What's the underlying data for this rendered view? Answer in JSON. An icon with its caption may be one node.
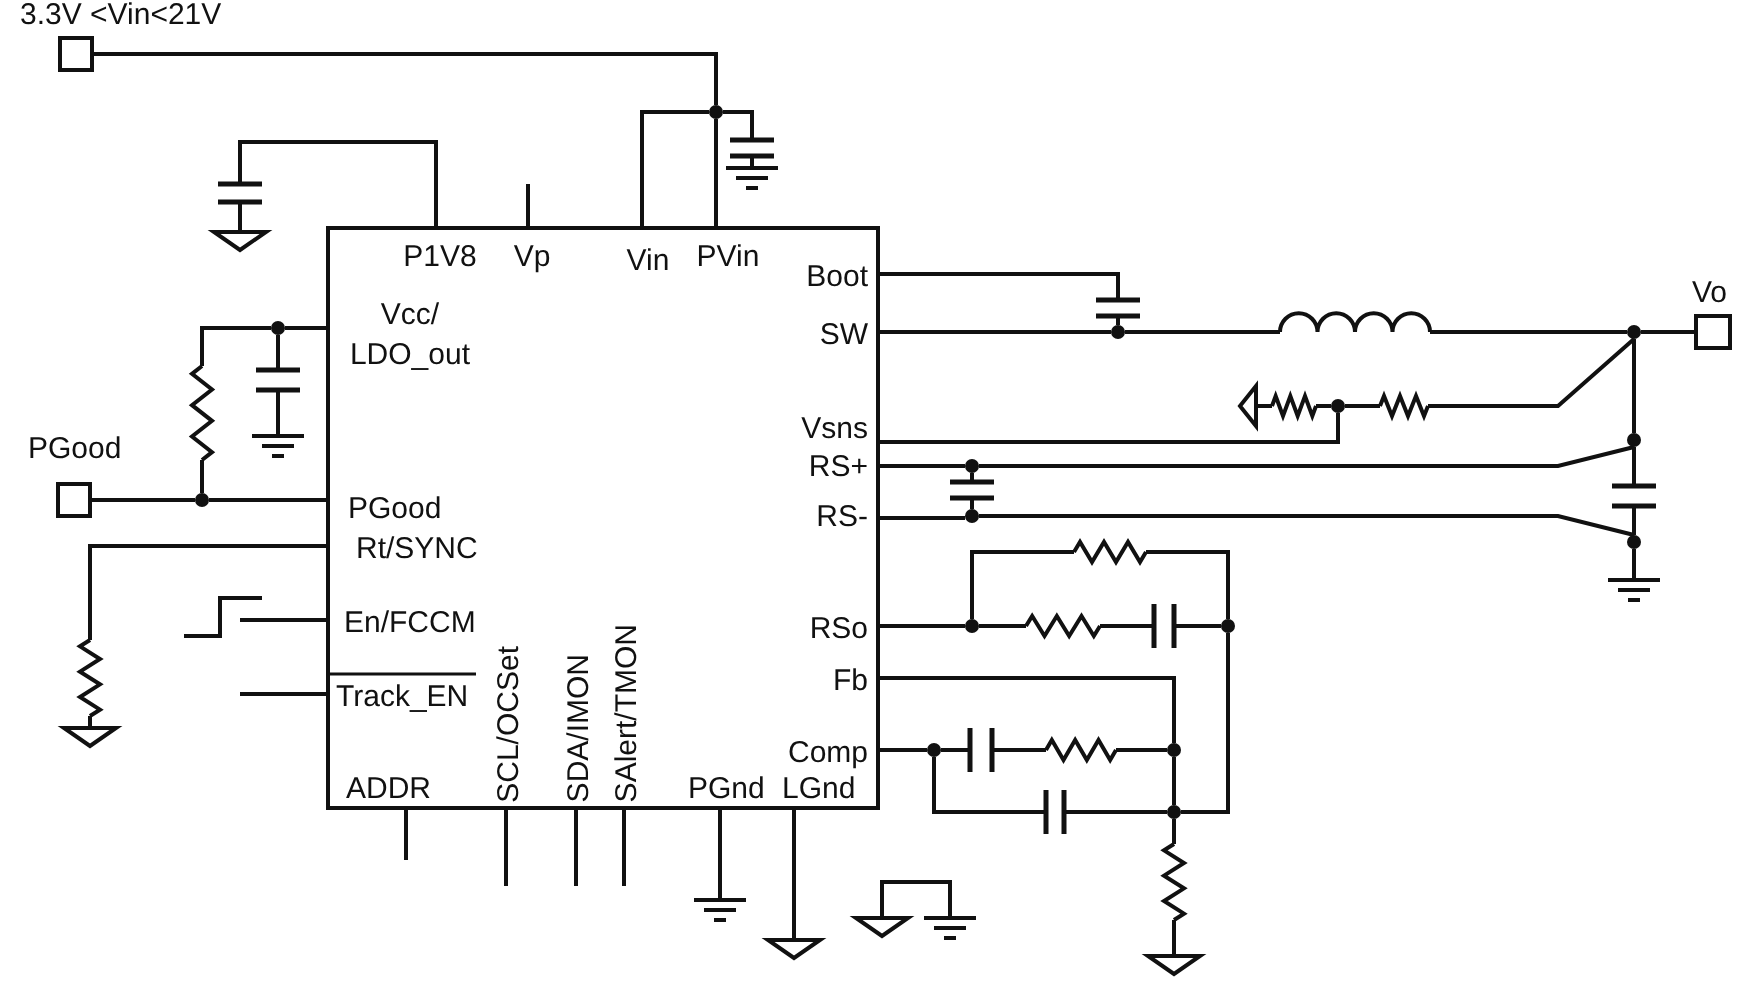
{
  "diagram": {
    "nodes": [
      {
        "text": [
          "P1V8",
          "Vp",
          "Vin",
          "PVin",
          "Boot",
          "Vcc/ LDO_out",
          "SW",
          "Vsns",
          "RS+",
          "PGood",
          "RS-",
          "Rt/SYNC",
          "En/FCCM",
          "RSo",
          "Track_EN",
          "Fb",
          "Comp",
          "ADDR",
          "SCL/OCSet",
          "SDA/IMON",
          "SAlert/TMON",
          "PGnd",
          "LGnd"
        ]
      },
      {
        "text": [],
        "shape": "box",
        "beside": [
          "3.3V <Vin<21V"
        ]
      },
      {
        "text": [],
        "shape": "box",
        "beside": [
          "PGood"
        ]
      },
      {
        "text": [],
        "shape": "box",
        "beside": [
          "Vo"
        ]
      },
      {
        "text": [],
        "shape": "capacitor"
      },
      {
        "text": [],
        "shape": "ground"
      },
      {
        "text": [],
        "shape": "dot"
      },
      {
        "text": [],
        "shape": "capacitor"
      },
      {
        "text": [],
        "shape": "ground"
      },
      {
        "text": [],
        "shape": "dot"
      },
      {
        "text": [],
        "shape": "resistor"
      },
      {
        "text": [],
        "shape": "capacitor"
      },
      {
        "text": [],
        "shape": "ground"
      },
      {
        "text": [],
        "shape": "dot"
      },
      {
        "text": [],
        "shape": "resistor"
      },
      {
        "text": [],
        "shape": "ground"
      },
      {
        "text": [],
        "shape": "ground"
      },
      {
        "text": [],
        "shape": "ground"
      },
      {
        "text": [],
        "shape": "capacitor"
      },
      {
        "text": [],
        "shape": "dot"
      },
      {
        "text": [],
        "shape": "inductor"
      },
      {
        "text": [],
        "shape": "dot"
      },
      {
        "text": [],
        "shape": "ground"
      },
      {
        "text": [],
        "shape": "resistor"
      },
      {
        "text": [],
        "shape": "dot"
      },
      {
        "text": [],
        "shape": "resistor"
      },
      {
        "text": [],
        "shape": "dot"
      },
      {
        "text": [],
        "shape": "dot"
      },
      {
        "text": [],
        "shape": "capacitor"
      },
      {
        "text": [],
        "shape": "dot"
      },
      {
        "text": [],
        "shape": "capacitor"
      },
      {
        "text": [],
        "shape": "dot"
      },
      {
        "text": [],
        "shape": "ground"
      },
      {
        "text": [],
        "shape": "dot"
      },
      {
        "text": [],
        "shape": "resistor"
      },
      {
        "text": [],
        "shape": "resistor"
      },
      {
        "text": [],
        "shape": "capacitor"
      },
      {
        "text": [],
        "shape": "dot"
      },
      {
        "text": [],
        "shape": "dot"
      },
      {
        "text": [],
        "shape": "dot"
      },
      {
        "text": [],
        "shape": "capacitor"
      },
      {
        "text": [],
        "shape": "resistor"
      },
      {
        "text": [],
        "shape": "capacitor"
      },
      {
        "text": [],
        "shape": "dot"
      },
      {
        "text": [],
        "shape": "resistor"
      },
      {
        "text": [],
        "shape": "ground"
      },
      {
        "text": [],
        "shape": "ground"
      },
      {
        "text": [],
        "shape": "ground"
      }
    ],
    "edges": [
      {
        "from": 1,
        "to": 6,
        "arrow": "none"
      },
      {
        "from": 6,
        "to": 0,
        "arrow": "none"
      },
      {
        "from": 6,
        "to": 0,
        "arrow": "none"
      },
      {
        "from": 6,
        "to": 7,
        "arrow": "none"
      },
      {
        "from": 7,
        "to": 8,
        "arrow": "none"
      },
      {
        "from": 0,
        "to": 4,
        "arrow": "none"
      },
      {
        "from": 4,
        "to": 5,
        "arrow": "none"
      },
      {
        "from": 0,
        "to": null,
        "arrow": "none"
      },
      {
        "from": 0,
        "to": 9,
        "arrow": "none"
      },
      {
        "from": 9,
        "to": 10,
        "arrow": "none"
      },
      {
        "from": 9,
        "to": 11,
        "arrow": "none"
      },
      {
        "from": 11,
        "to": 12,
        "arrow": "none"
      },
      {
        "from": 10,
        "to": 13,
        "arrow": "none"
      },
      {
        "from": 2,
        "to": 13,
        "arrow": "none"
      },
      {
        "from": 13,
        "to": 0,
        "arrow": "none"
      },
      {
        "from": 0,
        "to": 14,
        "arrow": "none"
      },
      {
        "from": 14,
        "to": 15,
        "arrow": "none"
      },
      {
        "from": null,
        "to": 0,
        "arrow": "none"
      },
      {
        "from": null,
        "to": 0,
        "arrow": "none"
      },
      {
        "from": 0,
        "to": null,
        "arrow": "none"
      },
      {
        "from": 0,
        "to": null,
        "arrow": "none"
      },
      {
        "from": 0,
        "to": null,
        "arrow": "none"
      },
      {
        "from": 0,
        "to": null,
        "arrow": "none"
      },
      {
        "from": 0,
        "to": 16,
        "arrow": "none"
      },
      {
        "from": 0,
        "to": 17,
        "arrow": "none"
      },
      {
        "from": 0,
        "to": 18,
        "arrow": "none"
      },
      {
        "from": 18,
        "to": 19,
        "arrow": "none"
      },
      {
        "from": 0,
        "to": 19,
        "arrow": "none"
      },
      {
        "from": 19,
        "to": 20,
        "arrow": "none"
      },
      {
        "from": 20,
        "to": 21,
        "arrow": "none"
      },
      {
        "from": 21,
        "to": 3,
        "arrow": "none"
      },
      {
        "from": 0,
        "to": 24,
        "arrow": "none"
      },
      {
        "from": 22,
        "to": 23,
        "arrow": "none"
      },
      {
        "from": 23,
        "to": 24,
        "arrow": "none"
      },
      {
        "from": 24,
        "to": 25,
        "arrow": "none"
      },
      {
        "from": 25,
        "to": 21,
        "arrow": "none"
      },
      {
        "from": 0,
        "to": 27,
        "arrow": "none"
      },
      {
        "from": 27,
        "to": 26,
        "arrow": "none"
      },
      {
        "from": 27,
        "to": 28,
        "arrow": "none"
      },
      {
        "from": 28,
        "to": 29,
        "arrow": "none"
      },
      {
        "from": 0,
        "to": 29,
        "arrow": "none"
      },
      {
        "from": 29,
        "to": 31,
        "arrow": "none"
      },
      {
        "from": 21,
        "to": 26,
        "arrow": "none"
      },
      {
        "from": 26,
        "to": 30,
        "arrow": "none"
      },
      {
        "from": 30,
        "to": 31,
        "arrow": "none"
      },
      {
        "from": 31,
        "to": 32,
        "arrow": "none"
      },
      {
        "from": 0,
        "to": 33,
        "arrow": "none"
      },
      {
        "from": 33,
        "to": 34,
        "arrow": "none"
      },
      {
        "from": 33,
        "to": 35,
        "arrow": "none"
      },
      {
        "from": 35,
        "to": 36,
        "arrow": "none"
      },
      {
        "from": 36,
        "to": 37,
        "arrow": "none"
      },
      {
        "from": 34,
        "to": 37,
        "arrow": "none"
      },
      {
        "from": 37,
        "to": 43,
        "arrow": "none"
      },
      {
        "from": 0,
        "to": 38,
        "arrow": "none"
      },
      {
        "from": 0,
        "to": 39,
        "arrow": "none"
      },
      {
        "from": 39,
        "to": 40,
        "arrow": "none"
      },
      {
        "from": 40,
        "to": 41,
        "arrow": "none"
      },
      {
        "from": 41,
        "to": 38,
        "arrow": "none"
      },
      {
        "from": 38,
        "to": 43,
        "arrow": "none"
      },
      {
        "from": 39,
        "to": 42,
        "arrow": "none"
      },
      {
        "from": 42,
        "to": 43,
        "arrow": "none"
      },
      {
        "from": 43,
        "to": 44,
        "arrow": "none"
      },
      {
        "from": 44,
        "to": 45,
        "arrow": "none"
      },
      {
        "from": 46,
        "to": 47,
        "arrow": "none"
      }
    ]
  }
}
